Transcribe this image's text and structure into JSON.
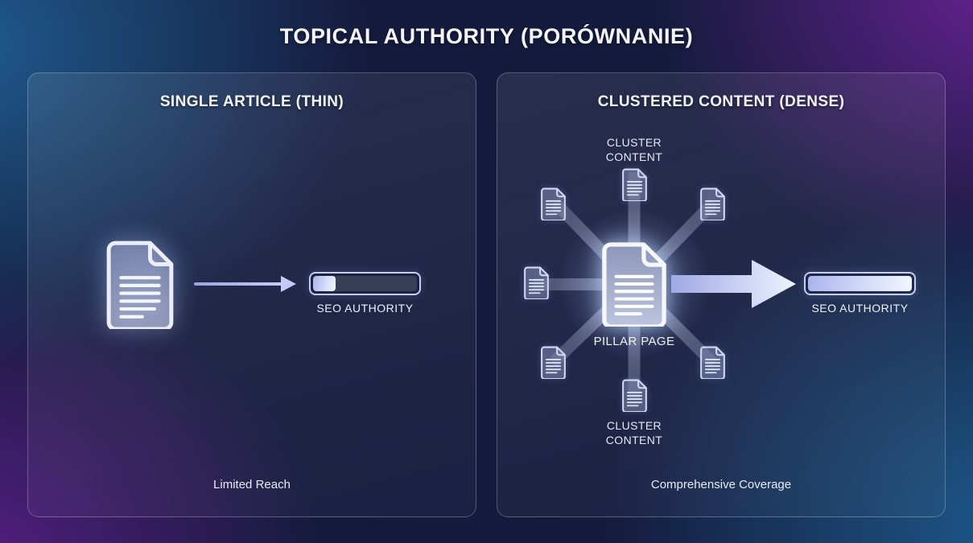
{
  "title": "TOPICAL AUTHORITY (PORÓWNANIE)",
  "left_panel": {
    "title": "SINGLE ARTICLE (THIN)",
    "seo_bar_label": "SEO AUTHORITY",
    "seo_bar_fill_percent": 22,
    "caption": "Limited Reach"
  },
  "right_panel": {
    "title": "CLUSTERED CONTENT (DENSE)",
    "cluster_label_top": "CLUSTER CONTENT",
    "pillar_label": "PILLAR PAGE",
    "cluster_label_bottom": "CLUSTER CONTENT",
    "seo_bar_label": "SEO AUTHORITY",
    "seo_bar_fill_percent": 100,
    "caption": "Comprehensive Coverage"
  },
  "icons": {
    "left_document": "document-icon",
    "pillar_document": "pillar-document-icon",
    "cluster_documents": "cluster-document-icon",
    "arrows": "right-arrow-icon"
  },
  "colors": {
    "corner_blue": "#1d5c8e",
    "corner_purple": "#5c2180",
    "background_navy": "#151b3d",
    "accent_lavender": "#b7bfee",
    "accent_light": "#eef2ff",
    "bar_track": "#3a3f58",
    "text": "#eceef8"
  }
}
